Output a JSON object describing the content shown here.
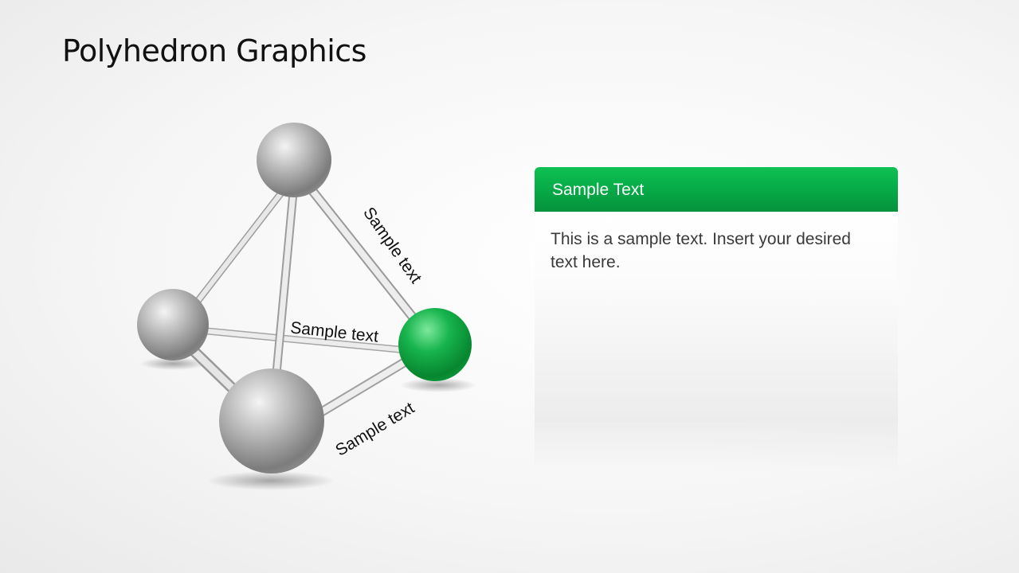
{
  "title": "Polyhedron Graphics",
  "diagram": {
    "edge_labels": [
      "Sample text",
      "Sample text",
      "Sample text"
    ],
    "colors": {
      "node_gray": "#9a9a9a",
      "node_accent": "#0aa243",
      "edge": "#d6d6d6"
    }
  },
  "card": {
    "header": "Sample Text",
    "body": "This is a sample text. Insert your desired text here.",
    "accent_color": "#06a846"
  }
}
